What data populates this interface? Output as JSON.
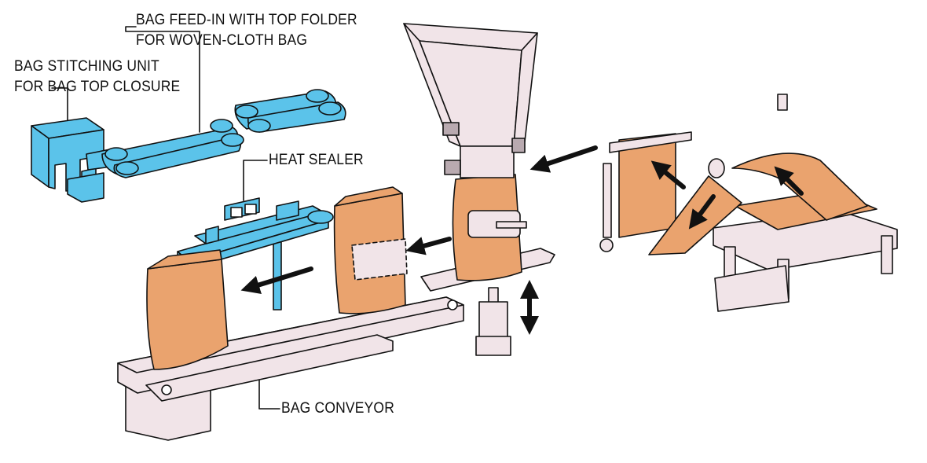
{
  "labels": {
    "bag_feed_in": [
      "BAG FEED-IN WITH TOP FOLDER",
      "FOR WOVEN-CLOTH BAG"
    ],
    "bag_stitching": [
      "BAG STITCHING UNIT",
      "FOR BAG TOP CLOSURE"
    ],
    "heat_sealer": "HEAT SEALER",
    "bag_conveyor": "BAG CONVEYOR"
  },
  "colors": {
    "machine_blue": "#5bc3ea",
    "bag_kraft": "#eaa36e",
    "frame_pink": "#f1e4e8",
    "outline": "#111111",
    "arrow": "#111111"
  },
  "icons": [
    "stitching-unit-icon",
    "bag-feed-belt-icon",
    "heat-sealer-icon",
    "filling-hopper-icon",
    "bag-magazine-icon",
    "conveyor-icon"
  ]
}
